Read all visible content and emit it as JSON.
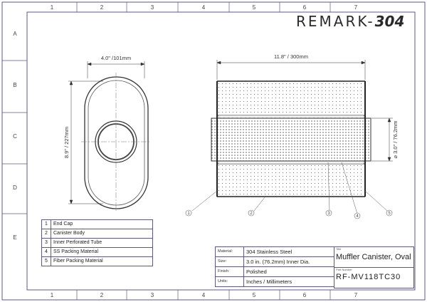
{
  "brand": {
    "word": "REMARK-",
    "number": "304"
  },
  "grid": {
    "columns": [
      "1",
      "2",
      "3",
      "4",
      "5",
      "6",
      "7"
    ],
    "rows": [
      "A",
      "B",
      "C",
      "D",
      "E"
    ]
  },
  "dimensions": {
    "oval_width": "4.0\" /101mm",
    "oval_height": "8.9\" / 227mm",
    "body_length": "11.8\" / 300mm",
    "inner_diameter": "⌀ 3.0\" / 76.2mm"
  },
  "callouts": [
    "1",
    "2",
    "3",
    "4",
    "5"
  ],
  "parts_list": [
    {
      "no": "1",
      "name": "End Cap"
    },
    {
      "no": "2",
      "name": "Canister Body"
    },
    {
      "no": "3",
      "name": "Inner Perforated Tube"
    },
    {
      "no": "4",
      "name": "SS Packing Material"
    },
    {
      "no": "5",
      "name": "Fiber Packing Material"
    }
  ],
  "specs": [
    {
      "key": "Material:",
      "value": "304 Stainless Steel"
    },
    {
      "key": "Size:",
      "value": "3.0 in. (76.2mm) Inner Dia."
    },
    {
      "key": "Finish:",
      "value": "Polished"
    },
    {
      "key": "Units:",
      "value": "Inches / Millimeters"
    }
  ],
  "title_block": {
    "title_label": "Title",
    "title": "Muffler Canister, Oval",
    "part_label": "Part Number",
    "part_number": "RF-MV118TC30"
  },
  "colors": {
    "line": "#333333",
    "frame": "#5a5a8a",
    "text": "#222222"
  }
}
